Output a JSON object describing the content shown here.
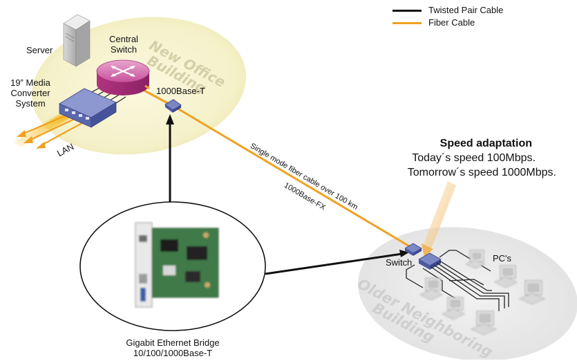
{
  "legend": {
    "twisted_pair": {
      "label": "Twisted Pair Cable",
      "color": "#111111"
    },
    "fiber": {
      "label": "Fiber Cable",
      "color": "#f0a020"
    }
  },
  "new_office": {
    "title_line1": "New Office",
    "title_line2": "Building",
    "server_label": "Server",
    "switch_line1": "Central",
    "switch_line2": "Switch",
    "converter_line1": "19” Media",
    "converter_line2": "Converter",
    "converter_line3": "System",
    "port_label": "1000Base-T",
    "lan_label": "LAN"
  },
  "fiber_link": {
    "line1": "Single mode fiber cable over 100 km",
    "line2": "1000Base-FX"
  },
  "speed": {
    "title": "Speed adaptation",
    "line1": "Today´s speed 100Mbps.",
    "line2": "Tomorrow´s speed 1000Mbps."
  },
  "older_building": {
    "title_line1": "Older Neighboring",
    "title_line2": "Building",
    "switch_label": "Switch",
    "pcs_label": "PC's"
  },
  "bridge": {
    "line1": "Gigabit Ethernet Bridge",
    "line2": "10/100/1000Base-T"
  },
  "colors": {
    "office_ellipse": "#f6f2cf",
    "older_ellipse": "#ebebeb",
    "switch_magenta": "#c43a8e",
    "converter_blue": "#7b87c4",
    "fiber_orange": "#f0a020"
  }
}
